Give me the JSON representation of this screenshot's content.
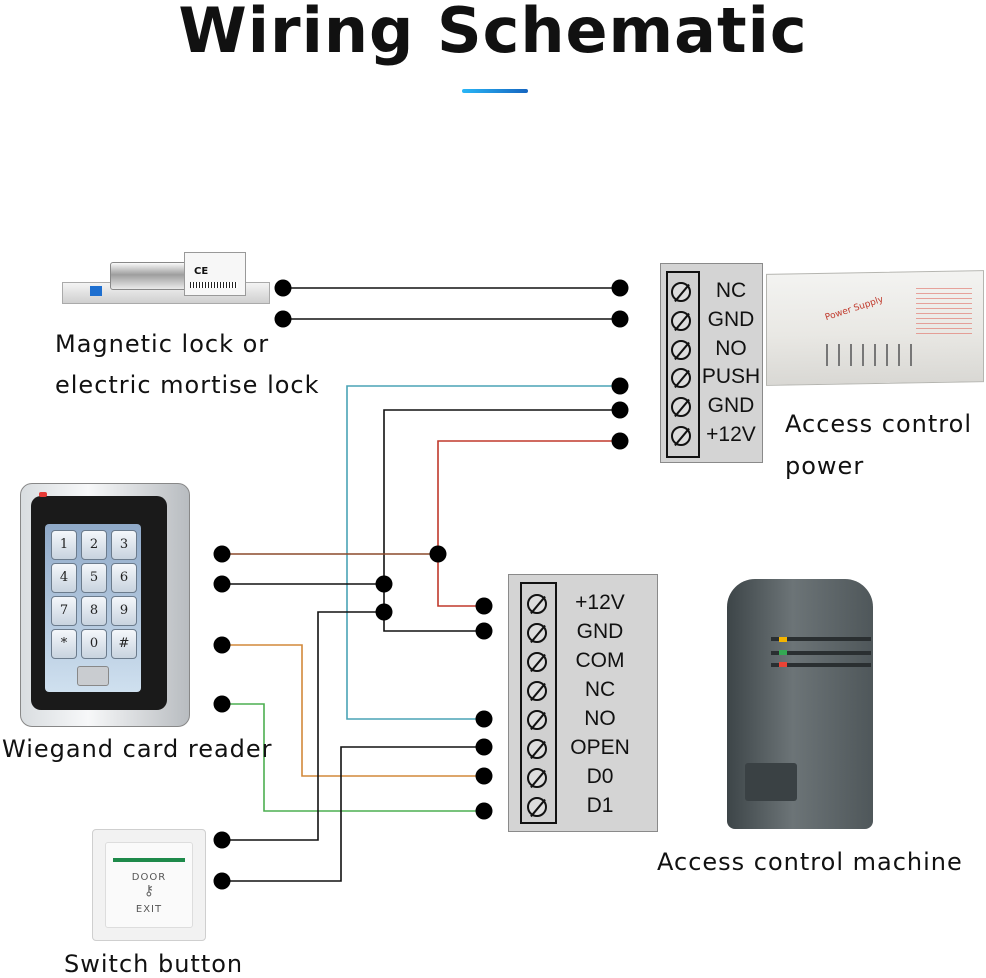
{
  "title": "Wiring Schematic",
  "colors": {
    "accent": "#1e88e5",
    "wire_black": "#111111",
    "wire_red": "#c0392b",
    "wire_blue": "#4aa3b5",
    "wire_orange": "#d2883a",
    "wire_green": "#4caf50",
    "wire_brown": "#8b4a2b"
  },
  "labels": {
    "lock_line1": "Magnetic lock or",
    "lock_line2": "electric mortise lock",
    "power_line1": "Access control",
    "power_line2": "power",
    "reader": "Wiegand card reader",
    "machine": "Access control machine",
    "switch": "Switch button"
  },
  "power_terminals": [
    "NC",
    "GND",
    "NO",
    "PUSH",
    "GND",
    "+12V"
  ],
  "machine_terminals": [
    "+12V",
    "GND",
    "COM",
    "NC",
    "NO",
    "OPEN",
    "D0",
    "D1"
  ],
  "power_device_text": "Power Supply",
  "switch_text": {
    "top": "DOOR",
    "bottom": "EXIT"
  },
  "keypad_keys": [
    "1",
    "2",
    "3",
    "4",
    "5",
    "6",
    "7",
    "8",
    "9",
    "*",
    "0",
    "#"
  ],
  "lock_marks": "CE"
}
